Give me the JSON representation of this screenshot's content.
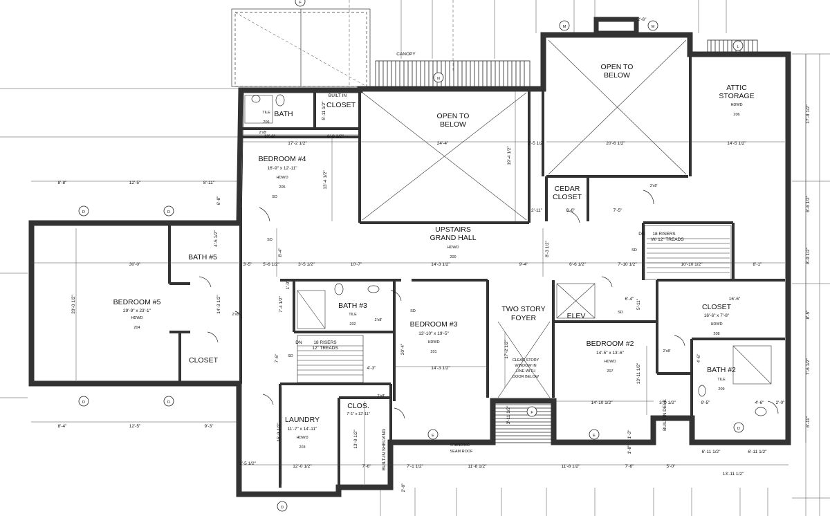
{
  "rooms": {
    "bath4": {
      "name": "BATH",
      "finish": "TILE",
      "number": "206"
    },
    "closet_builtin": {
      "note": "BUILT IN",
      "name": "CLOSET"
    },
    "open_below_center": {
      "line1": "OPEN TO",
      "line2": "BELOW"
    },
    "open_below_right": {
      "line1": "OPEN TO",
      "line2": "BELOW"
    },
    "attic": {
      "line1": "ATTIC",
      "line2": "STORAGE",
      "finish": "HDWD",
      "number": "206"
    },
    "bedroom4": {
      "name": "BEDROOM #4",
      "size": "16'-9\" x 12'-11\"",
      "finish": "HDWD",
      "number": "205"
    },
    "cedar": {
      "line1": "CEDAR",
      "line2": "CLOSET"
    },
    "grand_hall": {
      "line1": "UPSTAIRS",
      "line2": "GRAND HALL",
      "finish": "HDWD",
      "number": "200"
    },
    "bedroom5": {
      "name": "BEDROOM #5",
      "size": "29'-9\" x 23'-1\"",
      "finish": "HDWD",
      "number": "204"
    },
    "bath5": {
      "name": "BATH #5"
    },
    "closet5": {
      "name": "CLOSET"
    },
    "bath3": {
      "name": "BATH #3",
      "finish": "TILE",
      "number": "202"
    },
    "bedroom3": {
      "name": "BEDROOM #3",
      "size": "13'-10\" x 19'-5\"",
      "finish": "HDWD",
      "number": "201"
    },
    "foyer": {
      "line1": "TWO STORY",
      "line2": "FOYER"
    },
    "elev": {
      "name": "ELEV"
    },
    "closet208": {
      "name": "CLOSET",
      "size": "16'-6\" x 7'-8\"",
      "finish": "HDWD",
      "number": "208"
    },
    "bedroom2": {
      "name": "BEDROOM #2",
      "size": "14'-5\" x 13'-6\"",
      "finish": "HDWD",
      "number": "207"
    },
    "bath2": {
      "name": "BATH #2",
      "finish": "TILE",
      "number": "209"
    },
    "laundry": {
      "name": "LAUNDRY",
      "size": "11'-7\" x 14'-11\"",
      "finish": "HDWD",
      "number": "203"
    },
    "clos": {
      "name": "CLOS.",
      "size": "7'-1\" x 12'-11\""
    }
  },
  "notes": {
    "canopy": "CANOPY",
    "stairs_upper_1": "18 RISERS",
    "stairs_upper_2": "W/ 12\" TREADS",
    "stairs_lower_1": "18 RISERS",
    "stairs_lower_2": "12\" TREADS",
    "dn": "DN",
    "clear_story": [
      "CLEAR STORY",
      "WINDOW IN",
      "LINE WITH",
      "DOOR BELOW"
    ],
    "standing_seam": [
      "STANDING",
      "SEAM ROOF"
    ],
    "builtin_shelving": "BUILT-IN SHELVING",
    "builtin_desk": "BUILT-IN DESK",
    "sd": "SD",
    "door_size": "2'x8'",
    "door_size_2": "3'x8'"
  },
  "grid_tags": {
    "D": "D",
    "E": "E",
    "F": "F",
    "L": "L",
    "M": "M",
    "N": "N"
  },
  "dims": {
    "d_8_8": "8'-8\"",
    "d_12_5a": "12'-5\"",
    "d_8_11": "8'-11\"",
    "d_6_8": "6'-8\"",
    "d_10_6": "10'-6\"",
    "d_17_2": "17'-2 1/2\"",
    "d_6_8b": "6'-8 1/2\"",
    "d_5_11": "5'-11 1/2\"",
    "d_24_4": "24'-4\"",
    "d_2_5": "2'-5 1/2\"",
    "d_20_6": "20'-6 1/2\"",
    "d_14_5": "14'-5 1/2\"",
    "d_13_4": "13'-4 1/2\"",
    "d_19_4": "19'-4 1/2\"",
    "d_2_11": "2'-11\"",
    "d_6_6": "6'-6\"",
    "d_7_5": "7'-5\"",
    "d_4_5": "4'-5 1/2\"",
    "d_30_0": "30'-0\"",
    "d_3_5": "3'-5\"",
    "d_5_6": "5'-6 1/2\"",
    "d_3_5b": "3'-5 1/2\"",
    "d_10_7": "10'-7\"",
    "d_14_3": "14'-3 1/2\"",
    "d_9_4": "9'-4\"",
    "d_6_6b": "6'-6 1/2\"",
    "d_7_10": "7'-10 1/2\"",
    "d_10_10": "10'-10 1/2\"",
    "d_8_1": "8'-1\"",
    "d_8_3": "8'-3 1/2\"",
    "d_8_4": "8'-4\"",
    "d_20_0": "20'-0 1/2\"",
    "d_14_3b": "14'-3 1/2\"",
    "d_7_4": "7'-4 1/2\"",
    "d_7_6": "7'-6\"",
    "d_4_3": "4'-3\"",
    "d_20_4": "20'-4\"",
    "d_14_3c": "14'-3 1/2\"",
    "d_17_2b": "17'-2 1/2\"",
    "d_13_11": "13'-11 1/2\"",
    "d_14_10": "14'-10 1/2\"",
    "d_3_0": "3'-0 1/2\"",
    "d_9_5": "9'-5\"",
    "d_4_6": "4'-6\"",
    "d_2_0": "2'-0\"",
    "d_6_4": "6'-4\"",
    "d_5_11b": "5'-11\"",
    "d_16_6": "16'-6\"",
    "d_8_4b": "8'-4\"",
    "d_12_5b": "12'-5\"",
    "d_9_3": "9'-3\"",
    "d_15_9": "15'-9 1/2\"",
    "d_12_0": "12'-0 1/2\"",
    "d_7_6b": "7'-6\"",
    "d_7_1": "7'-1 1/2\"",
    "d_11_8": "11'-8 1/2\"",
    "d_11_8b": "11'-8 1/2\"",
    "d_7_6c": "7'-6\"",
    "d_5_0": "5'-0\"",
    "d_13_11b": "13'-11 1/2\"",
    "d_6_11a": "6'-11 1/2\"",
    "d_6_11b": "6'-11 1/2\"",
    "d_2_5b": "2'-5 1/2\"",
    "d_13_9": "13'-9 1/2\"",
    "d_2_0b": "2'-0\"",
    "d_3_11": "3'-11 1/2\"",
    "d_17_2c": "17'-2 1/2\"",
    "d_2_6": "2'-6\"",
    "r_17_9": "17'-9 1/2\"",
    "r_6_6": "6'-6 1/2\"",
    "r_8_9": "8'-9 1/2\"",
    "r_8_5": "8'-5\"",
    "r_7_6": "7'-6 1/2\"",
    "r_6_11": "6'-11\"",
    "d_1_3": "1'-3\"",
    "d_1_8": "1'-8\"",
    "d_6_8c": "6'-8\"",
    "d_1_0": "1'-0\""
  }
}
